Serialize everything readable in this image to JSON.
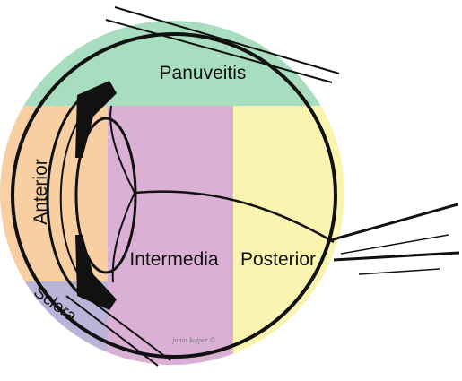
{
  "labels": {
    "panuveitis": "Panuveitis",
    "anterior": "Anterior",
    "intermedia": "Intermedia",
    "posterior": "Posterior",
    "sclera": "Sclera"
  },
  "signature": "jonas kuiper ©",
  "colors": {
    "panuveitis": "#a9ddc0",
    "anterior": "#f7cfa3",
    "intermedia": "#dbb0d5",
    "posterior": "#fbf4b0",
    "sclera": "#b8b5d8",
    "outline": "#111111"
  }
}
